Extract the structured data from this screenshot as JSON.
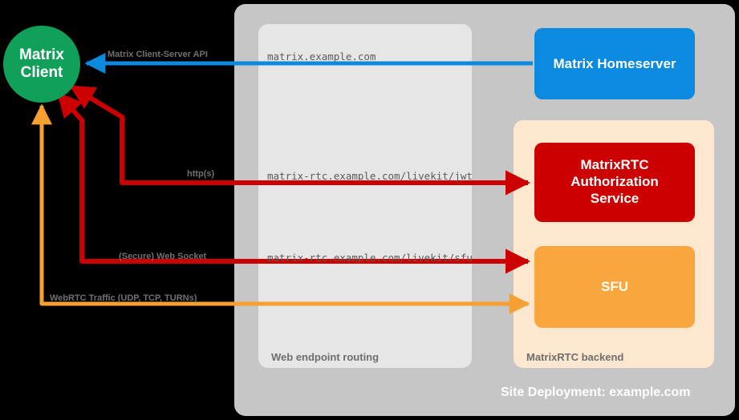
{
  "diagram": {
    "title": "Site Deployment: example.com",
    "containers": {
      "site_deployment": {
        "caption": "Site Deployment: example.com",
        "color": "#c6c6c6"
      },
      "web_endpoint_routing": {
        "caption": "Web endpoint routing",
        "color": "#e6e6e6"
      },
      "matrixrtc_backend": {
        "caption": "MatrixRTC backend",
        "color": "#fde7ce"
      }
    },
    "nodes": {
      "matrix_client": {
        "line1": "Matrix",
        "line2": "Client",
        "color": "#11a05a",
        "shape": "circle"
      },
      "matrix_homeserver": {
        "label": "Matrix Homeserver",
        "color": "#0b8ae0",
        "shape": "rounded-rect"
      },
      "matrixrtc_auth_service": {
        "line1": "MatrixRTC",
        "line2": "Authorization",
        "line3": "Service",
        "color": "#cc0000",
        "shape": "rounded-rect"
      },
      "sfu": {
        "label": "SFU",
        "color": "#f9a63f",
        "shape": "rounded-rect"
      }
    },
    "edges": [
      {
        "id": "client-server-api",
        "label": "Matrix Client-Server API",
        "endpoint": "matrix.example.com",
        "color": "#0b8ae0",
        "from": "matrix_homeserver",
        "to": "matrix_client"
      },
      {
        "id": "https-jwt",
        "label": "http(s)",
        "endpoint": "matrix-rtc.example.com/livekit/jwt",
        "color": "#cc0000",
        "from": "matrix_client",
        "to": "matrixrtc_auth_service"
      },
      {
        "id": "secure-websocket",
        "label": "(Secure) Web Socket",
        "endpoint": "matrix-rtc.example.com/livekit/sfu",
        "color": "#cc0000",
        "from": "matrix_client",
        "to": "sfu"
      },
      {
        "id": "webrtc-traffic",
        "label": "WebRTC Traffic (UDP, TCP, TURNs)",
        "endpoint": "",
        "color": "#f5a030",
        "from": "matrix_client",
        "to": "sfu"
      }
    ]
  }
}
